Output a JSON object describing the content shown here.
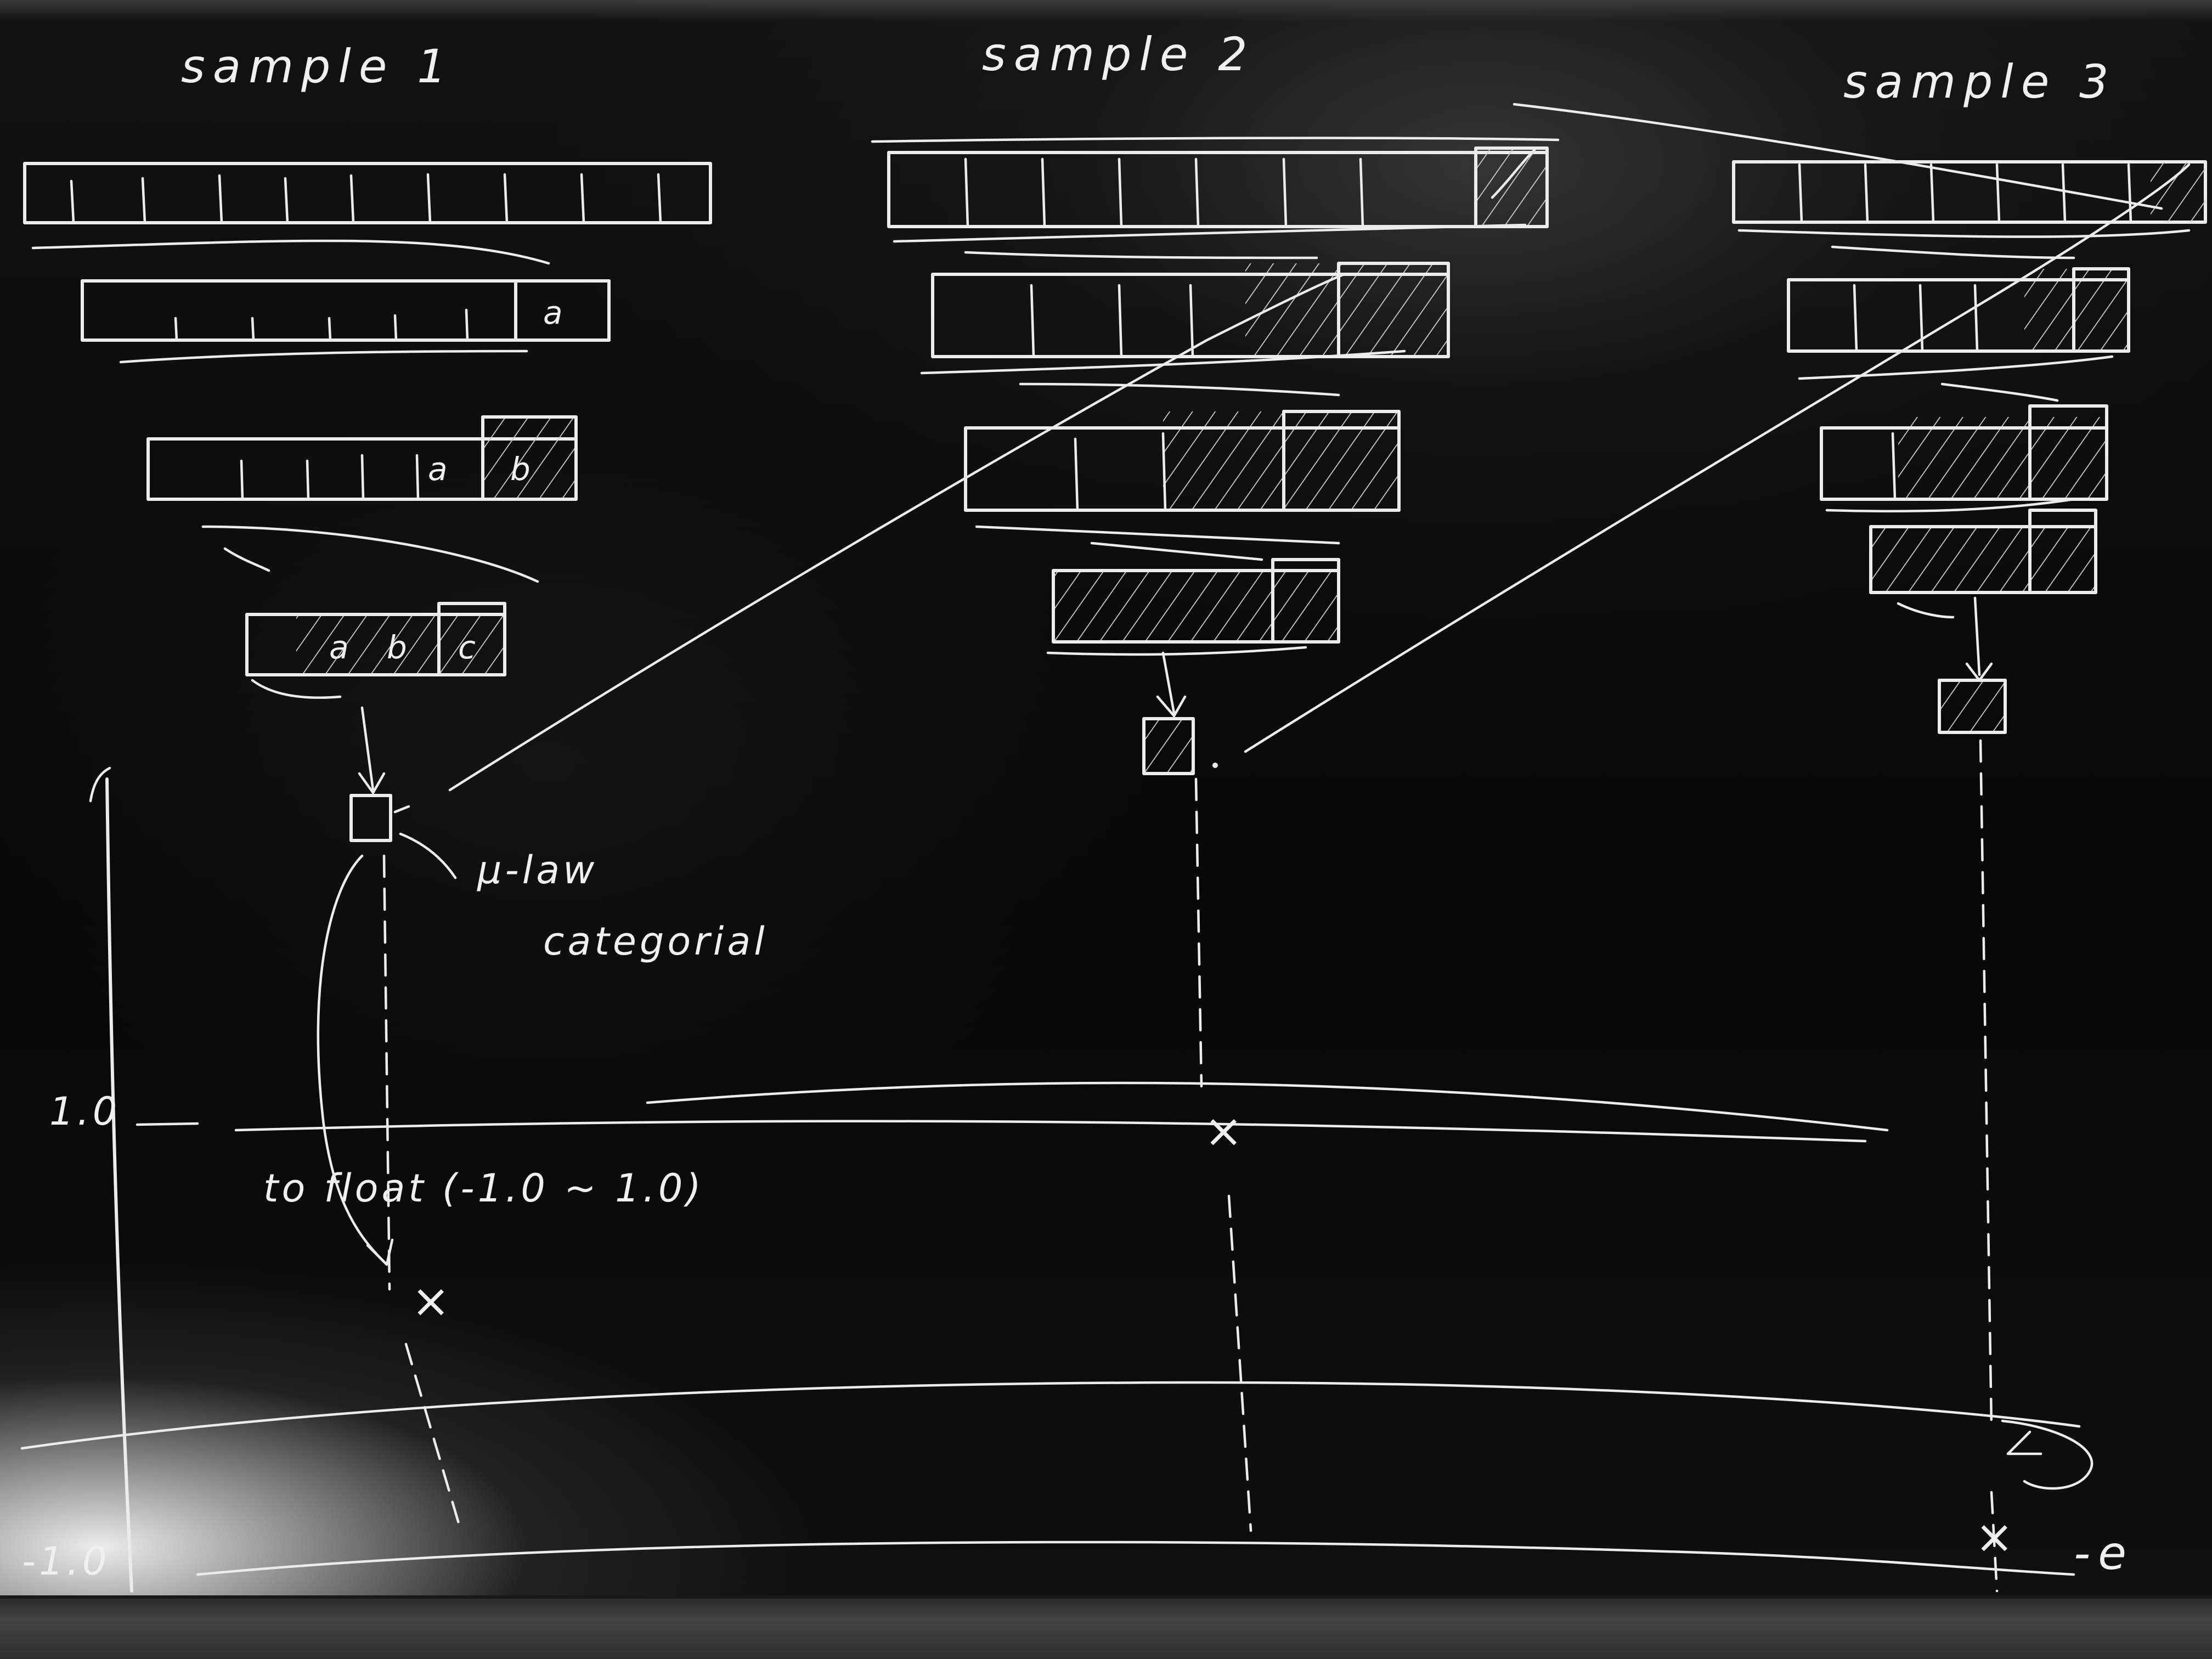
{
  "samples": [
    {
      "title": "sample 1"
    },
    {
      "title": "sample 2"
    },
    {
      "title": "sample 3"
    }
  ],
  "cell_labels": {
    "a": "a",
    "b": "b",
    "c": "c"
  },
  "annotations": {
    "mu_law": "μ-law",
    "categorical": "categorial",
    "to_float": "to float (-1.0 ~ 1.0)",
    "epsilon": "-e"
  },
  "axis": {
    "top_label": "1.0",
    "bottom_label": "-1.0",
    "top_tick": "(",
    "marker": "×"
  },
  "colors": {
    "board": "#050505",
    "chalk": "#ececec"
  }
}
